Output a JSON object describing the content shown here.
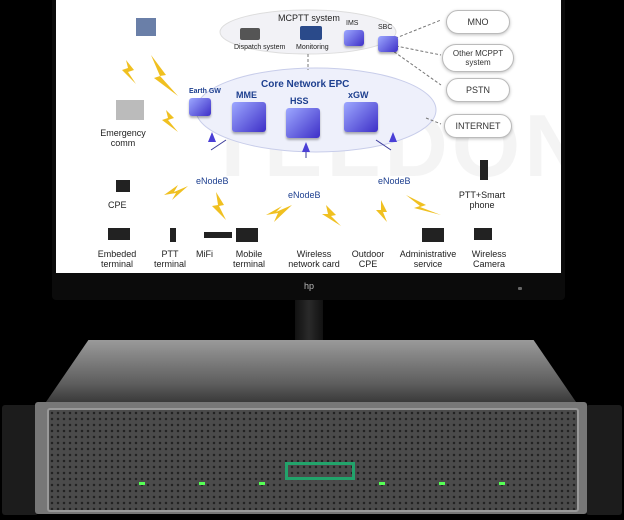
{
  "screen": {
    "mcptt_title": "MCPTT system",
    "dispatch": "Dispatch system",
    "monitoring": "Monitoring",
    "ims": "IMS",
    "sbc": "SBC",
    "core_title": "Core Network EPC",
    "earth_gw": "Earth GW",
    "mme": "MME",
    "hss": "HSS",
    "xgw": "xGW",
    "watermark": "TELDON",
    "clouds": [
      "MNO",
      "Other MCPPT system",
      "PSTN",
      "INTERNET"
    ],
    "enodeb": "eNodeB",
    "left_items": [
      "Emergency comm",
      "CPE"
    ],
    "right_item": "PTT+Smart phone",
    "bottom_items": [
      "Embeded terminal",
      "PTT terminal",
      "MiFi",
      "Mobile terminal",
      "Wireless network card",
      "Outdoor CPE",
      "Administrative service",
      "Wireless Camera"
    ]
  },
  "monitor": {
    "logo": "hp"
  },
  "colors": {
    "accent_blue": "#1d3f8f",
    "cube": "#4a3fd6",
    "hpe_green": "#22a36b",
    "lightning": "#f0c020"
  }
}
